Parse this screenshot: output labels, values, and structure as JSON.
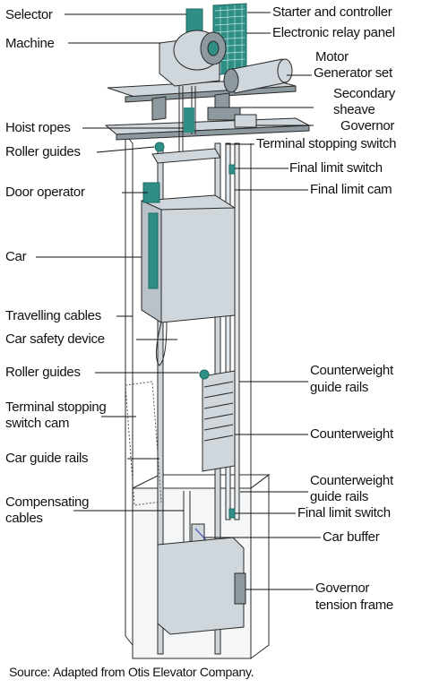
{
  "labels": {
    "selector": "Selector",
    "machine": "Machine",
    "hoist_ropes": "Hoist ropes",
    "roller_guides_top": "Roller guides",
    "door_operator": "Door operator",
    "car": "Car",
    "travelling_cables": "Travelling cables",
    "car_safety_device": "Car safety device",
    "roller_guides_bottom": "Roller guides",
    "terminal_stopping_switch_cam_1": "Terminal stopping",
    "terminal_stopping_switch_cam_2": "switch cam",
    "car_guide_rails": "Car guide rails",
    "compensating_cables_1": "Compensating",
    "compensating_cables_2": "cables",
    "starter_and_controller": "Starter and controller",
    "electronic_relay_panel": "Electronic relay panel",
    "motor_generator_set_1": "Motor",
    "motor_generator_set_2": "Generator set",
    "secondary_sheave_1": "Secondary",
    "secondary_sheave_2": "sheave",
    "governor": "Governor",
    "terminal_stopping_switch": "Terminal stopping switch",
    "final_limit_switch_top": "Final limit switch",
    "final_limit_cam": "Final limit cam",
    "counterweight_guide_rails_top_1": "Counterweight",
    "counterweight_guide_rails_top_2": "guide rails",
    "counterweight": "Counterweight",
    "counterweight_guide_rails_bottom_1": "Counterweight",
    "counterweight_guide_rails_bottom_2": "guide rails",
    "final_limit_switch_bottom": "Final limit switch",
    "car_buffer": "Car buffer",
    "governor_tension_frame_1": "Governor",
    "governor_tension_frame_2": "tension frame"
  },
  "source": "Source: Adapted from Otis Elevator Company.",
  "colors": {
    "line": "#2a2a2a",
    "steel": "#cfd6dc",
    "steel_dark": "#8e989f",
    "teal": "#2f8f86",
    "teal_dark": "#1f6a63",
    "blue": "#3344aa"
  }
}
